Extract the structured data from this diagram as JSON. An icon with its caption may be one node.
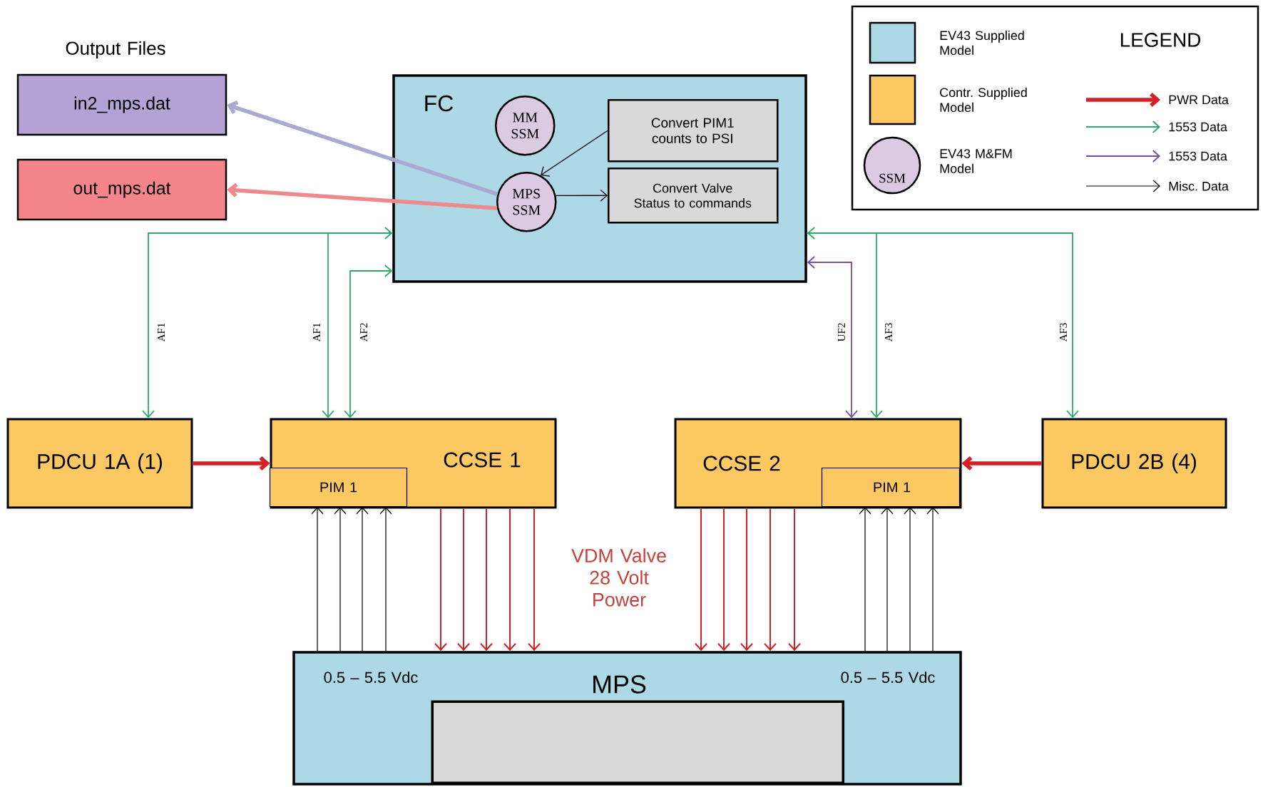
{
  "diagram": {
    "nodes": [
      {
        "text": [
          "in2_mps.dat"
        ]
      },
      {
        "text": [
          "out_mps.dat"
        ]
      },
      {
        "text": [
          "FC"
        ]
      },
      {
        "text": [
          "MM SSM"
        ],
        "in": 2
      },
      {
        "text": [
          "MPS SSM"
        ],
        "in": 2
      },
      {
        "text": [
          "Convert PIM1 counts to PSI"
        ],
        "in": 2
      },
      {
        "text": [
          "Convert Valve Status to commands"
        ],
        "in": 2
      },
      {
        "text": [
          "PDCU 1A (1)"
        ]
      },
      {
        "text": [
          "CCSE 1"
        ]
      },
      {
        "text": [
          "PIM 1"
        ],
        "in": 8
      },
      {
        "text": [
          "CCSE 2"
        ]
      },
      {
        "text": [
          "PIM 1"
        ],
        "in": 10
      },
      {
        "text": [
          "PDCU 2B (4)"
        ]
      },
      {
        "text": [
          "0.5 – 5.5 Vdc",
          "MPS",
          "0.5 – 5.5 Vdc"
        ]
      },
      {
        "text": [],
        "shape": "box",
        "in": 13
      }
    ],
    "edges": [
      {
        "from": 4,
        "to": 0,
        "arrow": "to",
        "style": "thick",
        "color": "#a9a9d2"
      },
      {
        "from": 4,
        "to": 1,
        "arrow": "to",
        "style": "thick",
        "color": "#ee8a8c"
      },
      {
        "from": 5,
        "to": 4,
        "arrow": "to",
        "color": "#000000"
      },
      {
        "from": 4,
        "to": 6,
        "arrow": "to",
        "color": "#000000"
      },
      {
        "from": 7,
        "to": 2,
        "arrow": "both",
        "label": "AF1",
        "color": "#2eaa6a"
      },
      {
        "from": 2,
        "to": 8,
        "arrow": "to",
        "label": "AF1",
        "color": "#2eaa6a"
      },
      {
        "from": 8,
        "to": 2,
        "arrow": "both",
        "label": "AF2",
        "color": "#2eaa6a"
      },
      {
        "from": 10,
        "to": 2,
        "arrow": "both",
        "label": "UF2",
        "color": "#7a4ca0"
      },
      {
        "from": 2,
        "to": 10,
        "arrow": "to",
        "label": "AF3",
        "color": "#2eaa6a"
      },
      {
        "from": 12,
        "to": 2,
        "arrow": "both",
        "label": "AF3",
        "color": "#2eaa6a"
      },
      {
        "from": 7,
        "to": 8,
        "arrow": "to",
        "style": "thick"
      },
      {
        "from": 12,
        "to": 10,
        "arrow": "to",
        "style": "thick"
      },
      {
        "from": 8,
        "to": 13,
        "arrow": "to"
      },
      {
        "from": 8,
        "to": 13,
        "arrow": "to"
      },
      {
        "from": 8,
        "to": 13,
        "arrow": "to"
      },
      {
        "from": 8,
        "to": 13,
        "arrow": "to"
      },
      {
        "from": 8,
        "to": 13,
        "arrow": "to"
      },
      {
        "from": 13,
        "to": 9,
        "arrow": "to",
        "color": "#000000"
      },
      {
        "from": 13,
        "to": 9,
        "arrow": "to",
        "color": "#000000"
      },
      {
        "from": 13,
        "to": 9,
        "arrow": "to",
        "color": "#000000"
      },
      {
        "from": 13,
        "to": 9,
        "arrow": "to",
        "color": "#000000"
      },
      {
        "from": 10,
        "to": 13,
        "arrow": "to"
      },
      {
        "from": 10,
        "to": 13,
        "arrow": "to"
      },
      {
        "from": 10,
        "to": 13,
        "arrow": "to"
      },
      {
        "from": 10,
        "to": 13,
        "arrow": "to"
      },
      {
        "from": 10,
        "to": 13,
        "arrow": "to"
      },
      {
        "from": 13,
        "to": 11,
        "arrow": "to",
        "color": "#000000"
      },
      {
        "from": 13,
        "to": 11,
        "arrow": "to",
        "color": "#000000"
      },
      {
        "from": 13,
        "to": 11,
        "arrow": "to",
        "color": "#000000"
      },
      {
        "from": 13,
        "to": 11,
        "arrow": "to",
        "color": "#000000"
      }
    ],
    "labels": [
      "Output Files",
      "LEGEND",
      "SSM",
      "VDM Valve 28 Volt Power"
    ],
    "legend": [
      {
        "text": "EV43 Supplied Model",
        "color": "#add8e6"
      },
      {
        "text": "Contr. Supplied Model",
        "color": "#fcc862"
      },
      {
        "text": "EV43 M&FM Model"
      },
      {
        "text": "PWR Data"
      },
      {
        "text": "1553 Data"
      },
      {
        "text": "1553 Data"
      },
      {
        "text": "Misc. Data"
      }
    ]
  }
}
